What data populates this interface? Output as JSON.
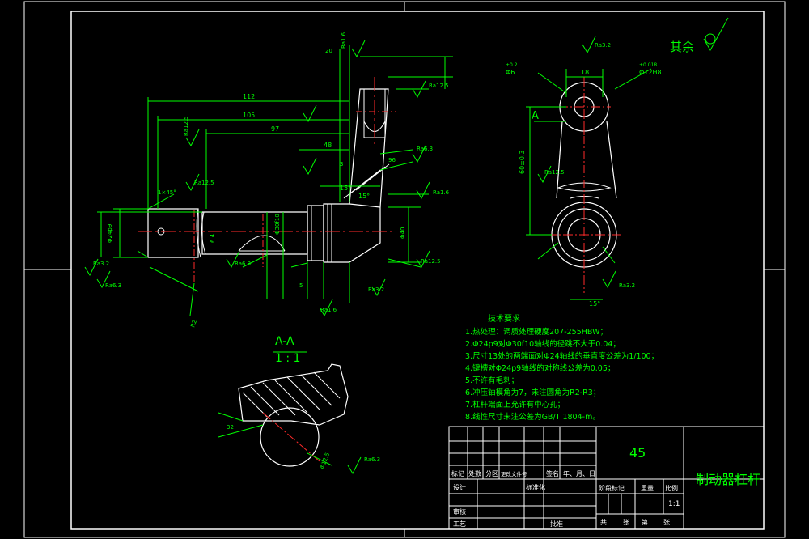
{
  "drawing": {
    "surface_finish_note": "其余",
    "section_label": "A-A",
    "section_scale": "1 : 1",
    "view_arrow_label": "A",
    "dimensions": {
      "d_top_right_hole": "Φ12H8",
      "d_top_right_hole_tol": "+0.018",
      "d_small": "Φ6",
      "d_small_tol": "+0.2",
      "width_18": "18",
      "len_112": "112",
      "len_105": "105",
      "len_97": "97",
      "len_48": "48",
      "d_24": "Φ24p9",
      "d_30": "Φ30f10",
      "d_40": "Φ40",
      "angle_15": "15°",
      "angle_15b": "15°",
      "radius_2": "R2",
      "dist_60": "60±0.3",
      "dist_20": "20",
      "chamfer": "1×45°",
      "bottom_d": "Φ12.5",
      "key_6": "6.4",
      "dim_5": "5",
      "dim_3": "3",
      "dim_32": "32",
      "dim_96": "96"
    },
    "roughness": [
      "Ra3.2",
      "Ra12.5",
      "Ra6.3",
      "Ra1.6",
      "Ra12.5",
      "Ra12.5",
      "Ra3.2",
      "Ra6.3",
      "Ra6.3",
      "Ra3.2",
      "Ra1.6",
      "Ra12.5",
      "Ra3.2",
      "Ra6.3",
      "Ra12.5",
      "Ra1.6"
    ]
  },
  "tech_requirements": {
    "title": "技术要求",
    "items": [
      "1.热处理：调质处理硬度207-255HBW；",
      "2.Φ24p9对Φ30f10轴线的径跳不大于0.04；",
      "3.尺寸13处的两端面对Φ24轴线的垂直度公差为1/100；",
      "4.键槽对Φ24p9轴线的对称线公差为0.05；",
      "5.不许有毛刺；",
      "6.冲压铀模角为7，未注圆角为R2-R3；",
      "7.杠杆端面上允许有中心孔；",
      "8.线性尺寸未注公差为GB/T 1804-m。"
    ]
  },
  "title_block": {
    "material": "45",
    "part_name": "制动器杠杆",
    "scale": "1:1",
    "row_labels": [
      "标记",
      "处数",
      "分区",
      "更改文件号",
      "签名",
      "年、月、日"
    ],
    "designer": "设计",
    "standardization": "标准化",
    "stage_mark": "阶段标记",
    "weight": "重量",
    "scale_label": "比例",
    "review": "审核",
    "process": "工艺",
    "approve": "批准",
    "sheets_total": "共",
    "sheet": "张",
    "sheet_no": "第",
    "sheet_of": "张"
  },
  "colors": {
    "line": "#00ff00",
    "outline": "#ffffff",
    "center": "#ff2a2a",
    "background": "#000000"
  }
}
